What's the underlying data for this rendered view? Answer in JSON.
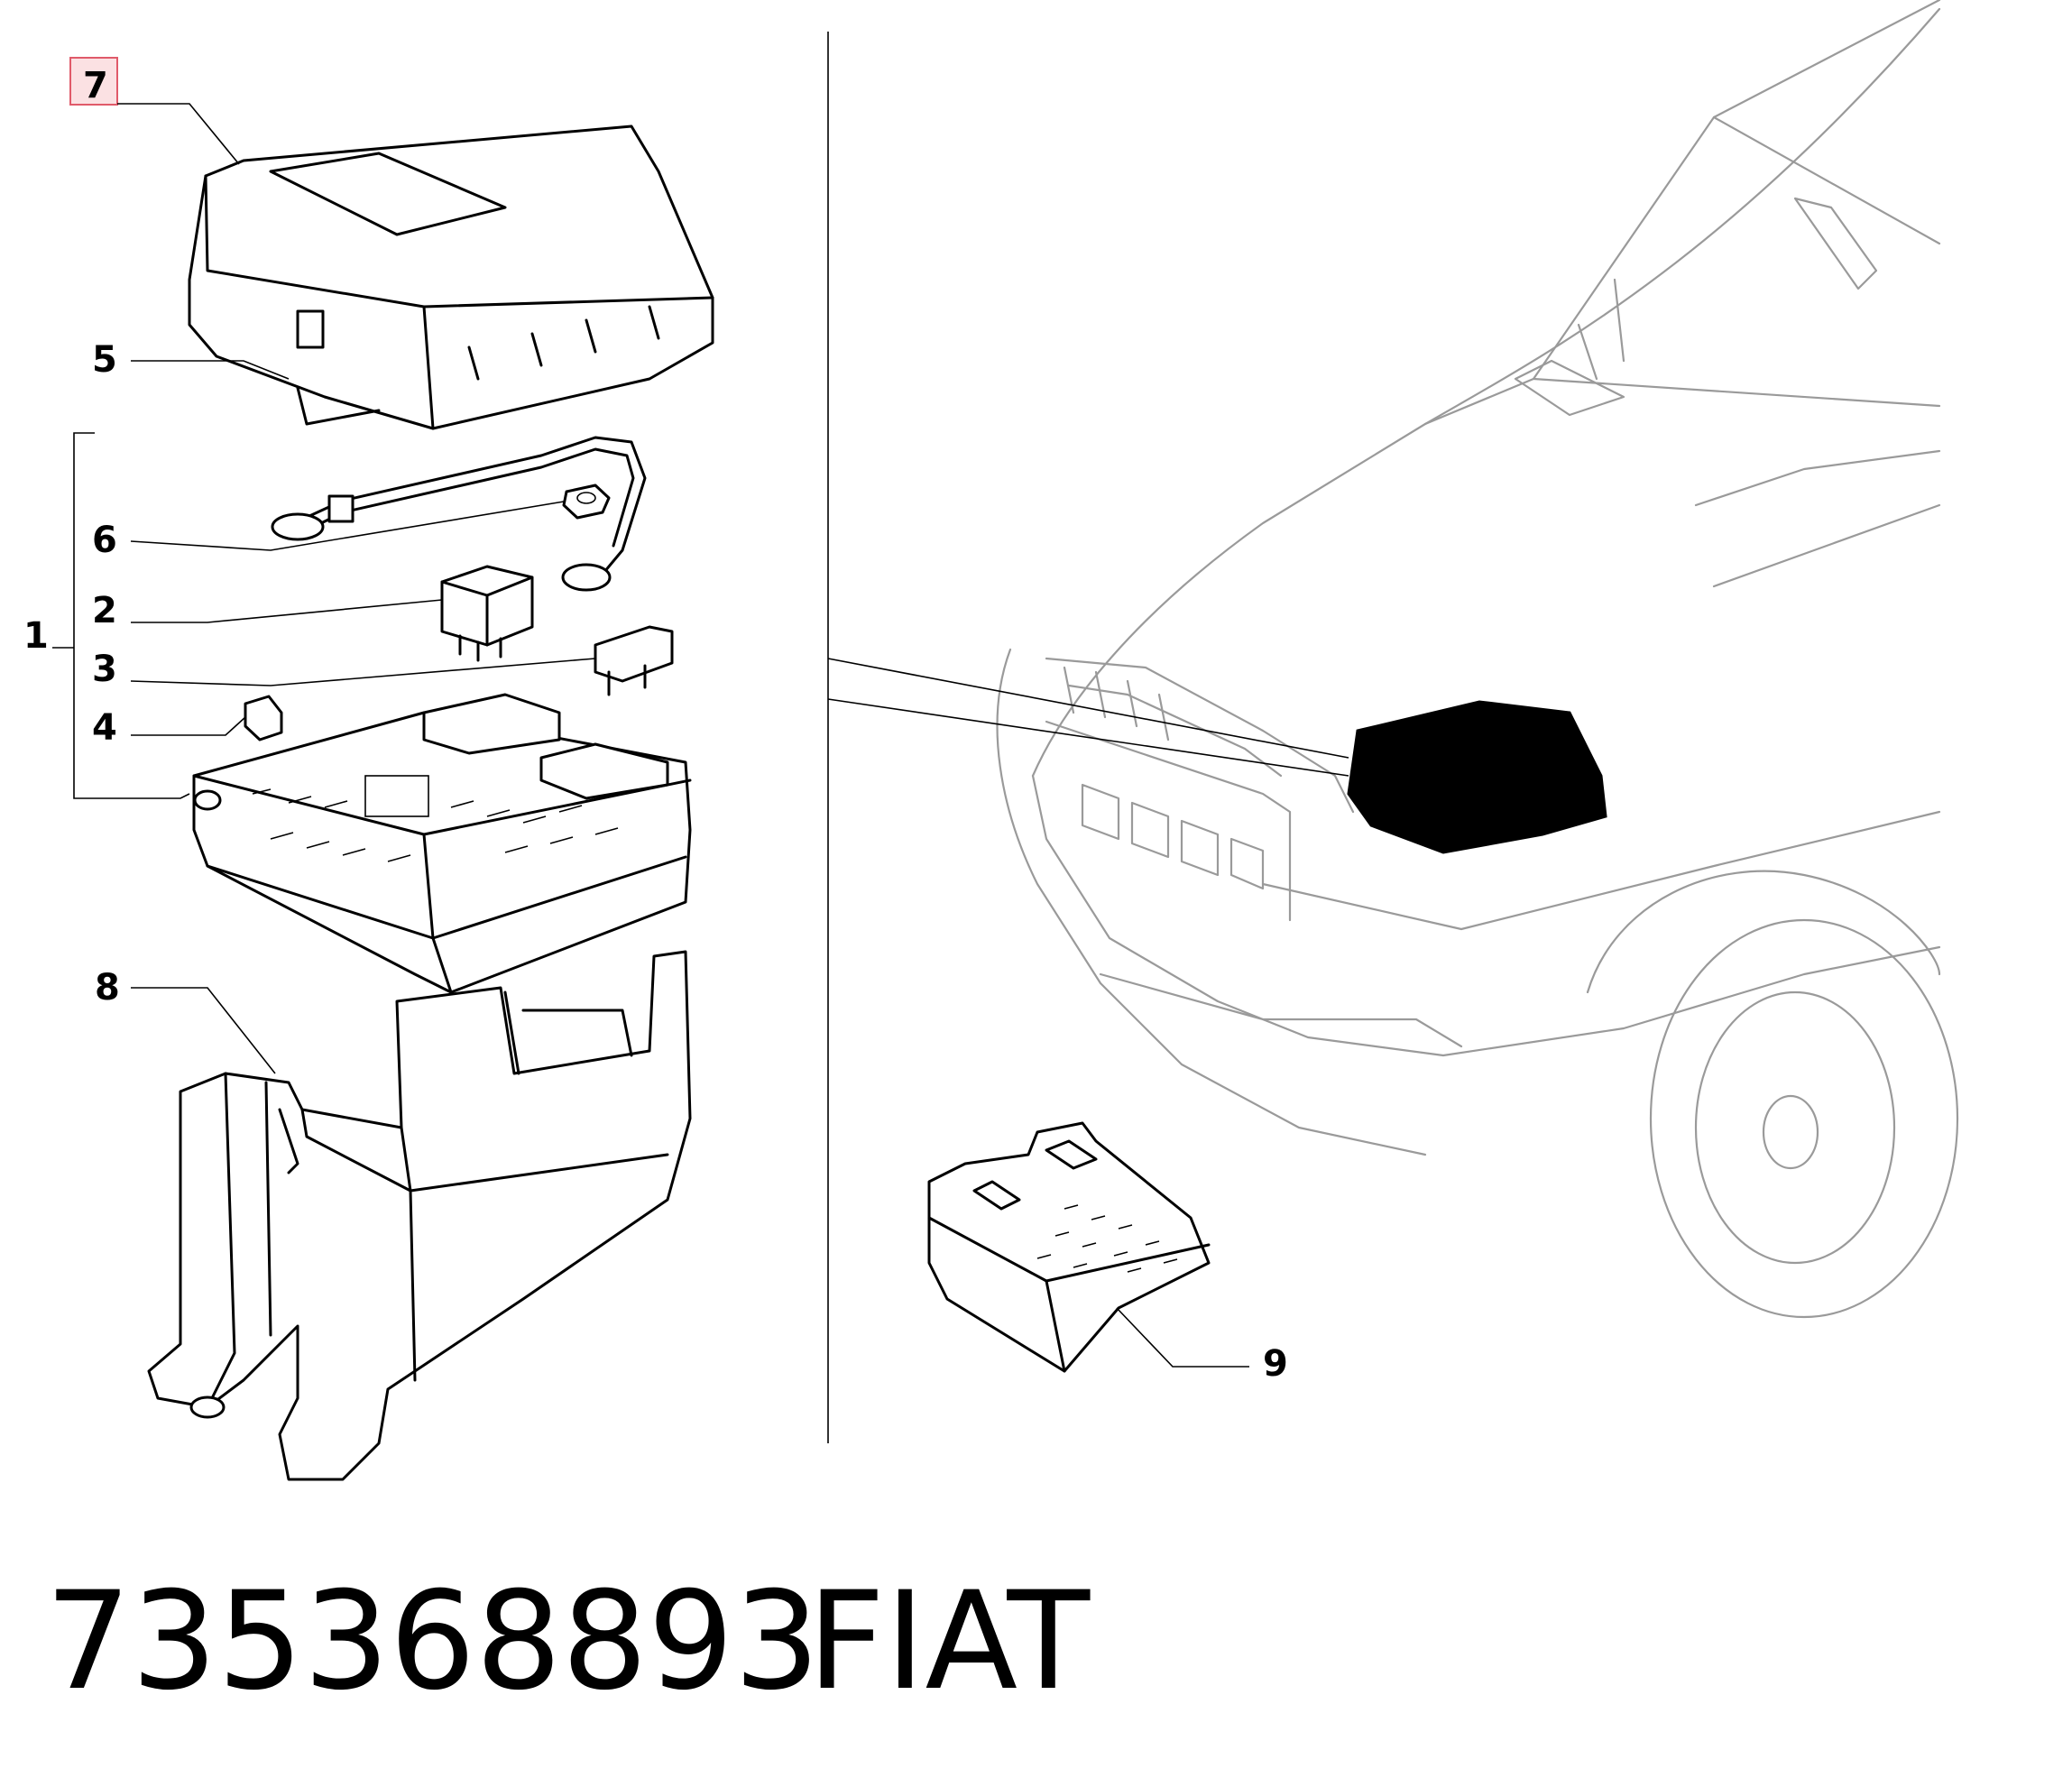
{
  "callouts": {
    "c1": "1",
    "c2": "2",
    "c3": "3",
    "c4": "4",
    "c5": "5",
    "c6": "6",
    "c7": "7",
    "c8": "8",
    "c9": "9"
  },
  "highlighted_callout": "7",
  "highlight_color": "#fbe1e3",
  "footer": {
    "part_number": "735368893",
    "brand": "FIAT"
  }
}
